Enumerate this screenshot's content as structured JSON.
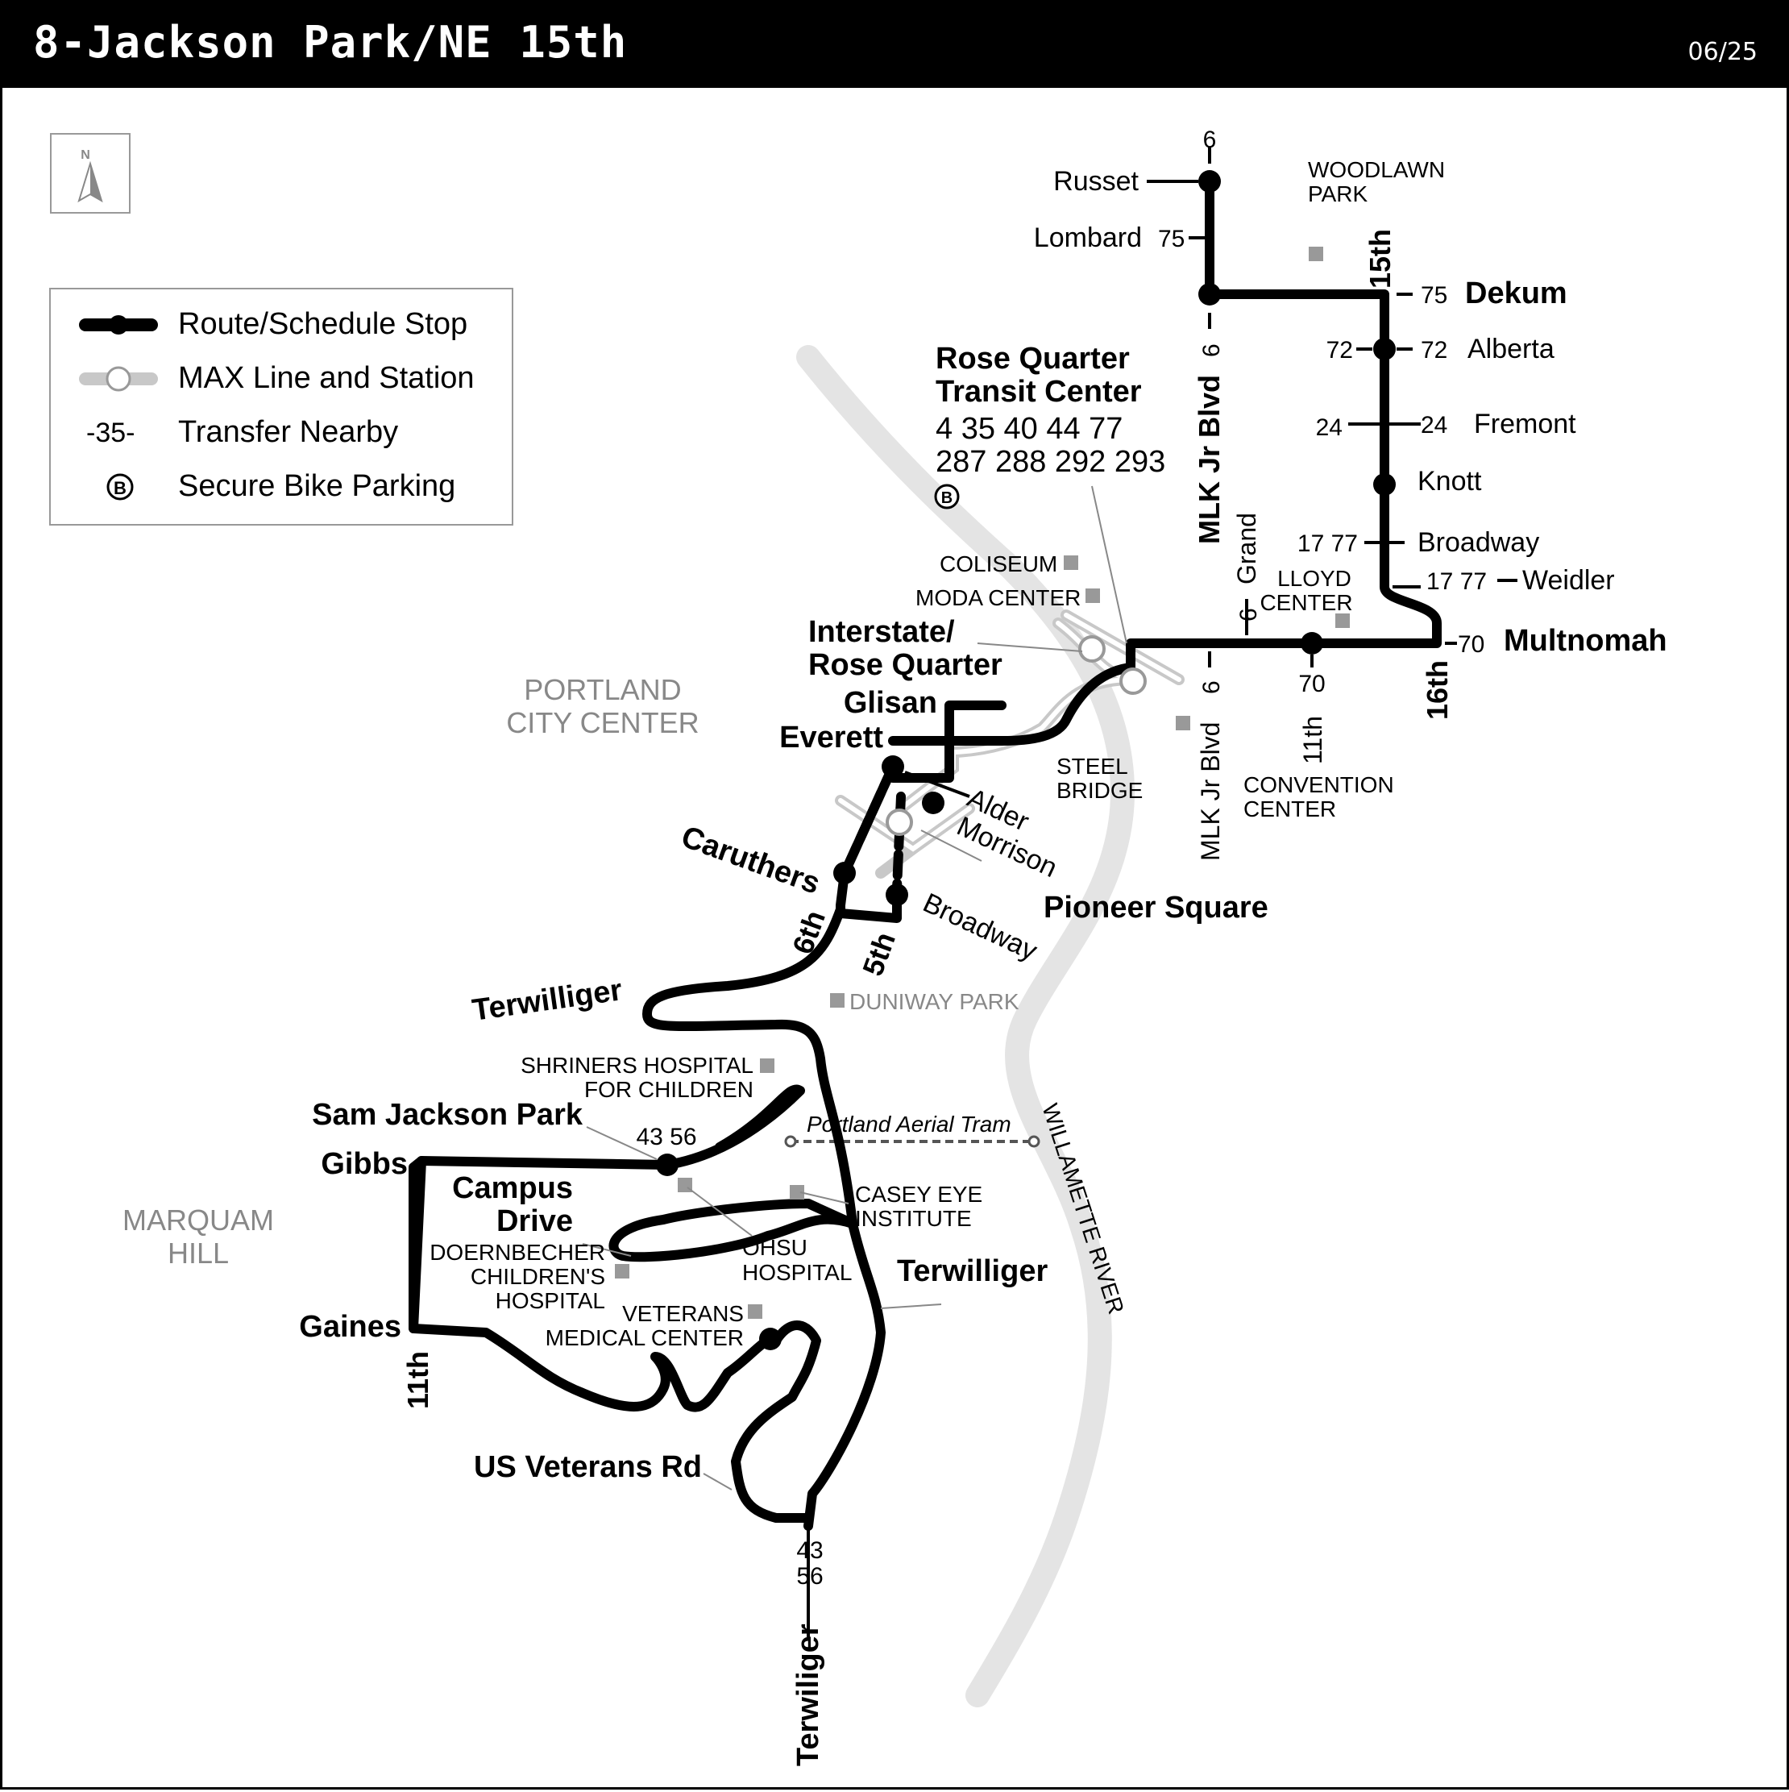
{
  "header": {
    "title": "8-Jackson Park/NE 15th",
    "date": "06/25"
  },
  "colors": {
    "route": "#000000",
    "max_line": "#c8c8c8",
    "river": "#e4e4e4",
    "landmark": "#999999",
    "header_bg": "#000000"
  },
  "compass": {
    "letter": "N",
    "icon": "north-arrow-icon"
  },
  "legend": {
    "route": "Route/Schedule Stop",
    "max": "MAX Line and Station",
    "transfer_symbol": "-35-",
    "transfer": "Transfer Nearby",
    "bike_symbol": "B",
    "bike": "Secure Bike Parking"
  },
  "areas": {
    "city_center_1": "PORTLAND",
    "city_center_2": "CITY CENTER",
    "marquam_1": "MARQUAM",
    "marquam_2": "HILL",
    "river": "WILLAMETTE RIVER"
  },
  "landmarks": {
    "woodlawn_1": "WOODLAWN",
    "woodlawn_2": "PARK",
    "coliseum": "COLISEUM",
    "moda": "MODA CENTER",
    "lloyd_1": "LLOYD",
    "lloyd_2": "CENTER",
    "convention_1": "CONVENTION",
    "convention_2": "CENTER",
    "steel_1": "STEEL",
    "steel_2": "BRIDGE",
    "duniway": "DUNIWAY PARK",
    "shriners_1": "SHRINERS HOSPITAL",
    "shriners_2": "FOR CHILDREN",
    "tram": "Portland Aerial Tram",
    "casey_1": "CASEY EYE",
    "casey_2": "INSTITUTE",
    "ohsu_1": "OHSU",
    "ohsu_2": "HOSPITAL",
    "doern_1": "DOERNBECHER",
    "doern_2": "CHILDREN'S",
    "doern_3": "HOSPITAL",
    "vet_1": "VETERANS",
    "vet_2": "MEDICAL CENTER"
  },
  "rose_quarter": {
    "title_1": "Rose Quarter",
    "title_2": "Transit Center",
    "lines_1": "4 35 40 44 77",
    "lines_2": "287 288 292 293",
    "bike": "B"
  },
  "stops": {
    "russet": "Russet",
    "lombard": "Lombard",
    "dekum": "Dekum",
    "alberta": "Alberta",
    "fremont": "Fremont",
    "knott": "Knott",
    "broadway_ne": "Broadway",
    "weidler": "Weidler",
    "multnomah": "Multnomah",
    "interstate_1": "Interstate/",
    "interstate_2": "Rose Quarter",
    "glisan": "Glisan",
    "everett": "Everett",
    "alder": "Alder",
    "morrison": "Morrison",
    "pioneer": "Pioneer Square",
    "caruthers": "Caruthers",
    "broadway_sw": "Broadway",
    "terwilliger_top": "Terwilliger",
    "sam_jackson": "Sam Jackson Park",
    "gibbs": "Gibbs",
    "campus_1": "Campus",
    "campus_2": "Drive",
    "gaines": "Gaines",
    "terwilliger_right": "Terwilliger",
    "us_veterans": "US Veterans Rd",
    "terwiliger_bottom": "Terwiliger"
  },
  "streets": {
    "mlk_north": "MLK Jr Blvd",
    "mlk_south": "MLK Jr Blvd",
    "grand": "Grand",
    "st_15th": "15th",
    "st_16th": "16th",
    "st_11th_ne": "11th",
    "st_6th": "6th",
    "st_5th": "5th",
    "st_11th_sw": "11th"
  },
  "transfers": {
    "t6_top": "6",
    "t75_lombard": "75",
    "t6_dekum": "6",
    "t75_dekum": "75",
    "t72_left": "72",
    "t72_right": "72",
    "t24_left": "24",
    "t24_right": "24",
    "t1777_left": "17 77",
    "t1777_right": "17 77",
    "t70_mult": "70",
    "t6_grand": "6",
    "t6_mlk": "6",
    "t70_11th": "70",
    "t4356_sam": "43 56",
    "t43_bottom": "43",
    "t56_bottom": "56"
  }
}
